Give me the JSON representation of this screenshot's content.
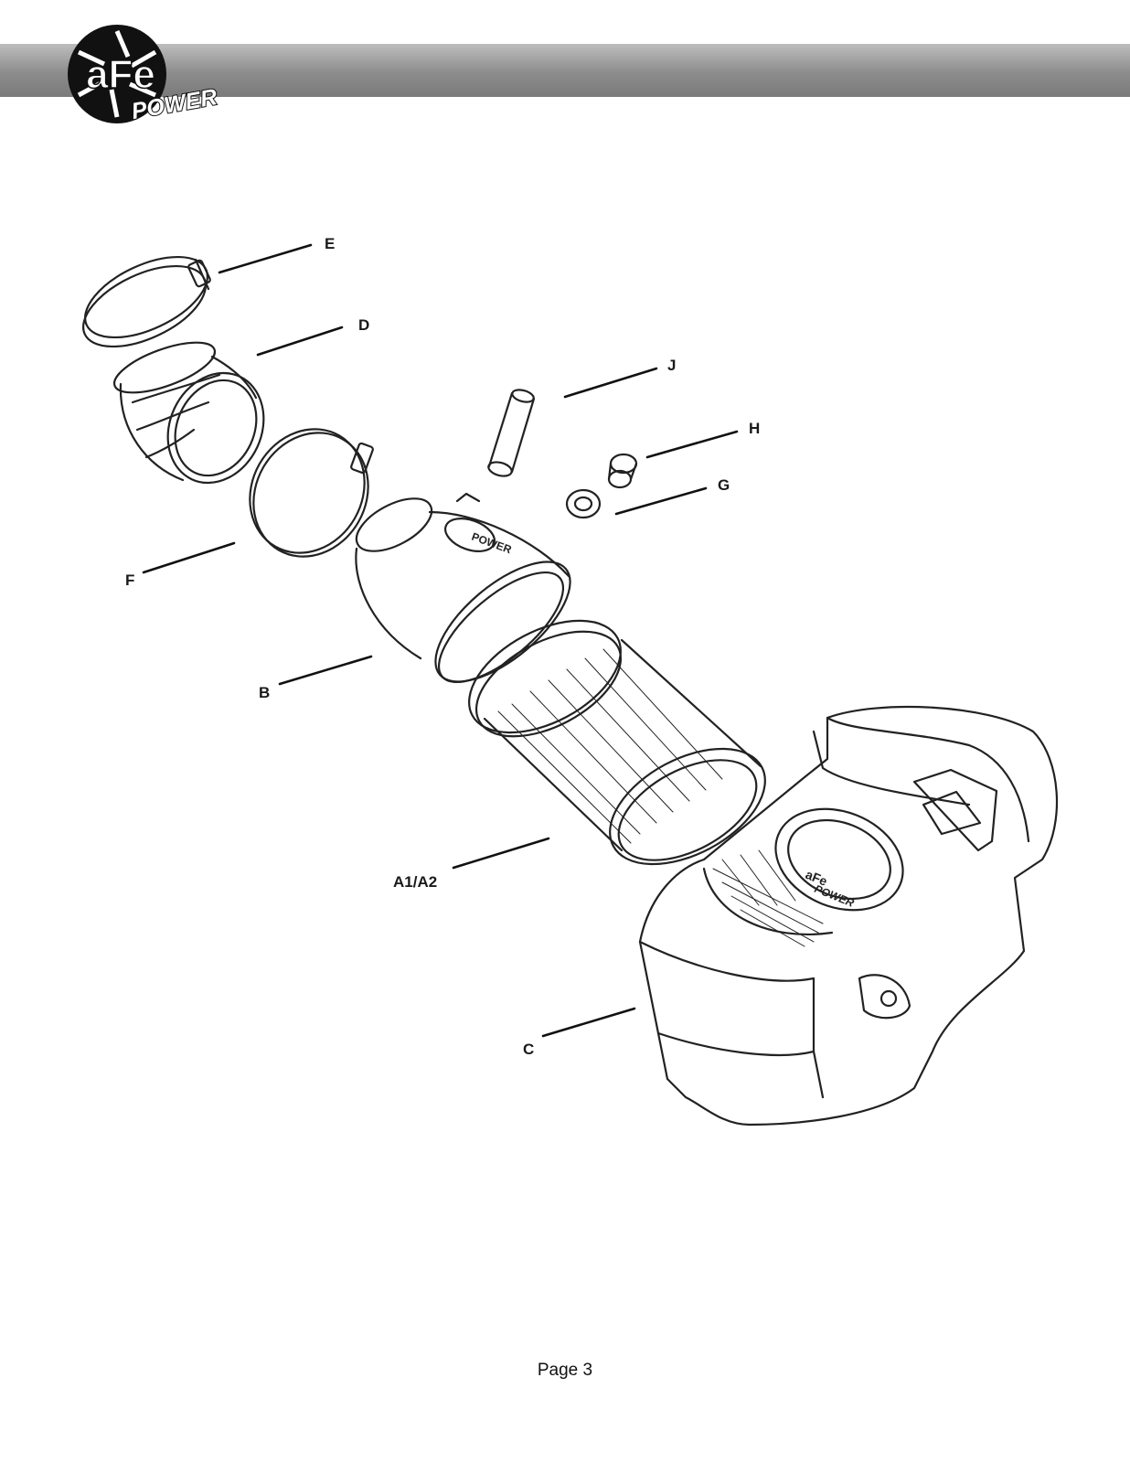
{
  "header": {
    "logo_text_top": "aFe",
    "logo_text_bottom": "POWER",
    "band_color": "#8c8c8c"
  },
  "callouts": [
    {
      "id": "E",
      "label": "E"
    },
    {
      "id": "D",
      "label": "D"
    },
    {
      "id": "J",
      "label": "J"
    },
    {
      "id": "H",
      "label": "H"
    },
    {
      "id": "G",
      "label": "G"
    },
    {
      "id": "F",
      "label": "F"
    },
    {
      "id": "B",
      "label": "B"
    },
    {
      "id": "A",
      "label": "A1/A2"
    },
    {
      "id": "C",
      "label": "C"
    }
  ],
  "branding": {
    "tube_logo_text": "POWER",
    "box_logo_top": "aFe",
    "box_logo_bottom": "POWER"
  },
  "footer": {
    "page_label": "Page 3"
  }
}
